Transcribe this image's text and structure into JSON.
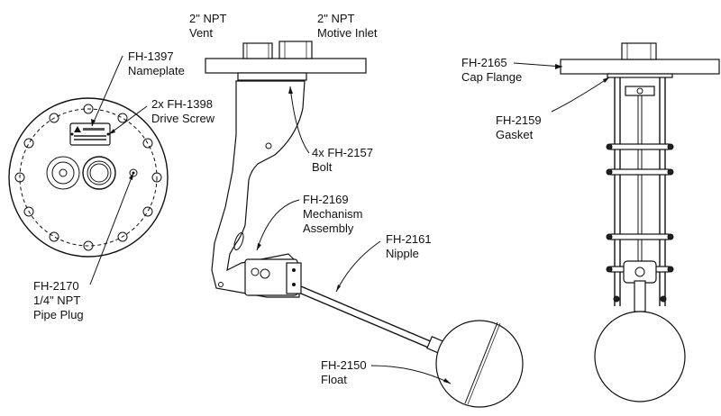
{
  "labels": {
    "vent_part": "2\" NPT",
    "vent_name": "Vent",
    "inlet_part": "2\" NPT",
    "inlet_name": "Motive Inlet",
    "nameplate_part": "FH-1397",
    "nameplate_name": "Nameplate",
    "drive_screw_part": "2x FH-1398",
    "drive_screw_name": "Drive Screw",
    "bolt_part": "4x FH-2157",
    "bolt_name": "Bolt",
    "mechanism_part": "FH-2169",
    "mechanism_name1": "Mechanism",
    "mechanism_name2": "Assembly",
    "nipple_part": "FH-2161",
    "nipple_name": "Nipple",
    "plug_part": "FH-2170",
    "plug_size": "1/4\" NPT",
    "plug_name": "Pipe Plug",
    "float_part": "FH-2150",
    "float_name": "Float",
    "cap_flange_part": "FH-2165",
    "cap_flange_name": "Cap Flange",
    "gasket_part": "FH-2159",
    "gasket_name": "Gasket"
  },
  "colors": {
    "line": "#111111",
    "background": "#ffffff"
  }
}
